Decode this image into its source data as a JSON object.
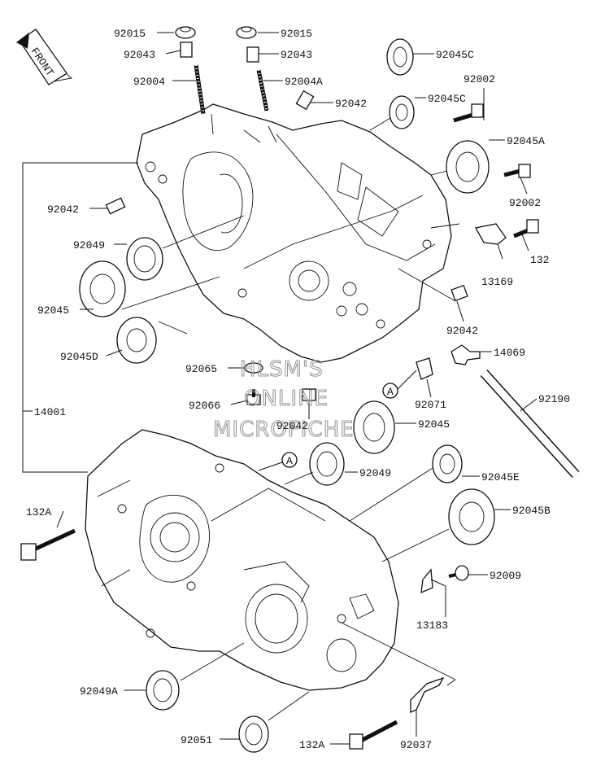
{
  "watermark": {
    "line1": "HLSM'S",
    "line2": "ONLINE",
    "line3": "MICROFICHE"
  },
  "front_arrow": {
    "text": "FRONT"
  },
  "ref_markers": {
    "a1": "A",
    "a2": "A"
  },
  "labels": {
    "p92015_l": "92015",
    "p92015_r": "92015",
    "p92043_l": "92043",
    "p92043_r": "92043",
    "p92004": "92004",
    "p92004A": "92004A",
    "p92042_top": "92042",
    "p92045C_top": "92045C",
    "p92045C_mid": "92045C",
    "p92002_top": "92002",
    "p92045A": "92045A",
    "p92002_bot": "92002",
    "p92042_left": "92042",
    "p92049_left": "92049",
    "p132": "132",
    "p13169": "13169",
    "p92045": "92045",
    "p92042_right": "92042",
    "p92045D": "92045D",
    "p14069": "14069",
    "p92065": "92065",
    "p92071": "92071",
    "p92190": "92190",
    "p92066": "92066",
    "p14001": "14001",
    "p92042_mid": "92042",
    "p92045_mid": "92045",
    "p92049_mid": "92049",
    "p92045E": "92045E",
    "p132A_left": "132A",
    "p92045B": "92045B",
    "p92009": "92009",
    "p13183": "13183",
    "p92049A": "92049A",
    "p92051": "92051",
    "p132A_bot": "132A",
    "p92037": "92037"
  }
}
